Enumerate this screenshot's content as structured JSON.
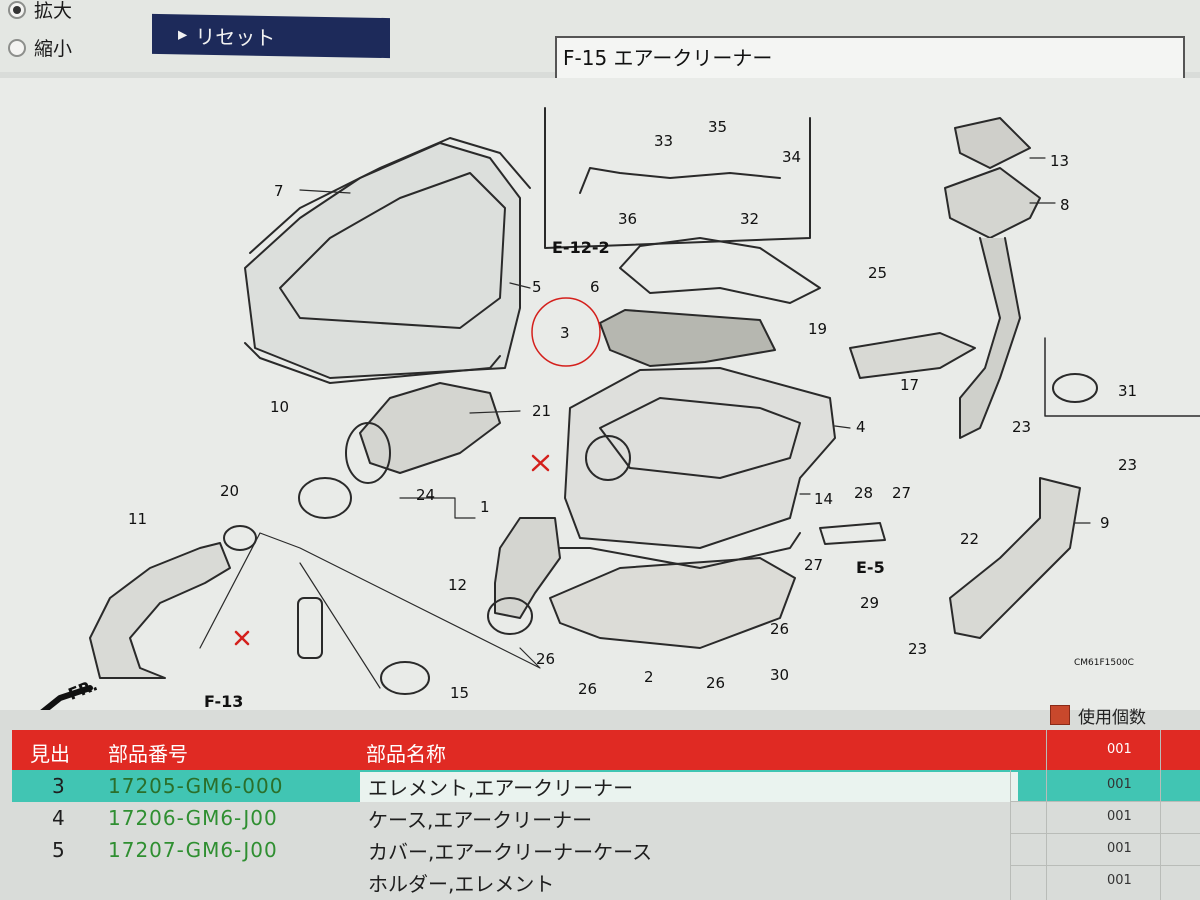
{
  "toolbar": {
    "zoom_in_label": "拡大",
    "zoom_out_label": "縮小",
    "reset_label": "リセット",
    "figure_select_value": "F-15 エアークリーナー"
  },
  "diagram": {
    "callouts": {
      "c1": "1",
      "c2": "2",
      "c3": "3",
      "c4": "4",
      "c5": "5",
      "c6": "6",
      "c7": "7",
      "c8": "8",
      "c9": "9",
      "c10": "10",
      "c11": "11",
      "c12": "12",
      "c13": "13",
      "c14": "14",
      "c15": "15",
      "c17": "17",
      "c19": "19",
      "c20": "20",
      "c21": "21",
      "c22": "22",
      "c23a": "23",
      "c23b": "23",
      "c23c": "23",
      "c24": "24",
      "c25": "25",
      "c26a": "26",
      "c26b": "26",
      "c26c": "26",
      "c26d": "26",
      "c27a": "27",
      "c27b": "27",
      "c28": "28",
      "c29": "29",
      "c30": "30",
      "c31": "31",
      "c32": "32",
      "c33": "33",
      "c34": "34",
      "c35": "35",
      "c36": "36"
    },
    "refs": {
      "e122": "E-12-2",
      "e5": "E-5",
      "f13": "F-13",
      "fr": "FR."
    },
    "drawing_code": "CM61F1500C"
  },
  "parts_table": {
    "qty_header": "使用個数",
    "col_ref": "見出",
    "col_part_no": "部品番号",
    "col_name": "部品名称",
    "rows": [
      {
        "ref": "3",
        "part_no": "17205-GM6-000",
        "name": "エレメント,エアークリーナー",
        "qty": "001"
      },
      {
        "ref": "4",
        "part_no": "17206-GM6-J00",
        "name": "ケース,エアークリーナー",
        "qty": "001"
      },
      {
        "ref": "5",
        "part_no": "17207-GM6-J00",
        "name": "カバー,エアークリーナーケース",
        "qty": "001"
      },
      {
        "ref": "",
        "part_no": "",
        "name": "ホルダー,エレメント",
        "qty": "001"
      }
    ],
    "header_qty": "001"
  },
  "colors": {
    "table_header": "#e02a23",
    "selected_row": "#41c5b3",
    "part_number_text": "#2f8f31",
    "reset_button": "#1d2a5a",
    "highlight_circle": "#d4201c"
  }
}
